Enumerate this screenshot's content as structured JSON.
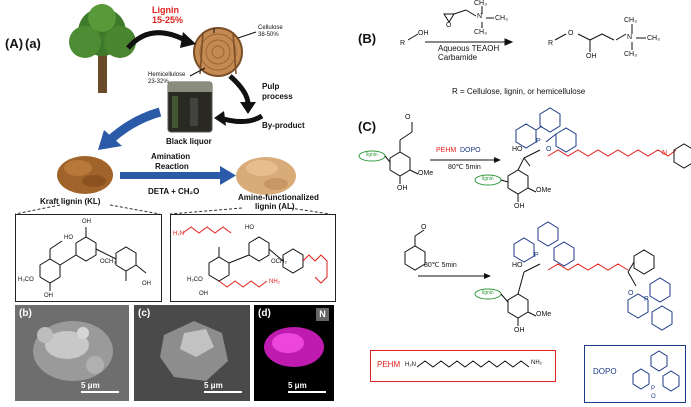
{
  "panel_labels": {
    "A": "(A)",
    "a": "(a)",
    "B": "(B)",
    "C": "(C)",
    "b": "(b)",
    "c": "(c)",
    "d": "(d)"
  },
  "panel_a": {
    "lignin": "Lignin",
    "lignin_pct": "15-25%",
    "cellulose": "Cellulose",
    "cellulose_pct": "38-50%",
    "hemicellulose": "Hemicellulose",
    "hemicellulose_pct": "23-32%",
    "pulp_process_1": "Pulp",
    "pulp_process_2": "process",
    "byproduct": "By-product",
    "black_liquor": "Black liquor",
    "amination_1": "Amination",
    "amination_2": "Reaction",
    "reagents": "DETA + CH₂O",
    "kraft": "Kraft lignin (KL)",
    "amine_1": "Amine-functionalized",
    "amine_2": "lignin (AL)",
    "struct_labels": {
      "oh": "OH",
      "ho": "HO",
      "och3": "OCH₃",
      "h3co": "H₃CO",
      "h2n": "H₂N",
      "nh2": "NH₂",
      "nh": "NH",
      "o": "O"
    }
  },
  "micrographs": {
    "scale_b": "5 μm",
    "scale_c": "5 μm",
    "scale_d": "5 μm",
    "element_d": "N"
  },
  "panel_b": {
    "reagent_1": "Aqueous TEAOH",
    "reagent_2": "Carbamide",
    "r_def": "R = Cellulose, lignin, or hemicellulose",
    "r": "R",
    "oh": "OH",
    "o": "O",
    "n_plus": "N",
    "ch3": "CH₃"
  },
  "panel_c": {
    "step1_reagents_1": "PEHM",
    "step1_reagents_2": "DOPO",
    "step1_cond": "80℃  5min",
    "step2_cond": "80℃  5min",
    "lignin_tag": "lignin",
    "ome": "OMe",
    "oh": "OH",
    "ho": "HO",
    "o": "O",
    "p": "P",
    "h": "H",
    "n": "N",
    "pehm": "PEHM",
    "pehm_h2n": "H₂N",
    "pehm_nh2": "NH₂",
    "dopo": "DOPO"
  },
  "colors": {
    "red": "#e0211d",
    "blue": "#1d3a86",
    "magenta": "#e020d0",
    "arrow_blue": "#2a5aa8",
    "brown": "#a0642a"
  }
}
